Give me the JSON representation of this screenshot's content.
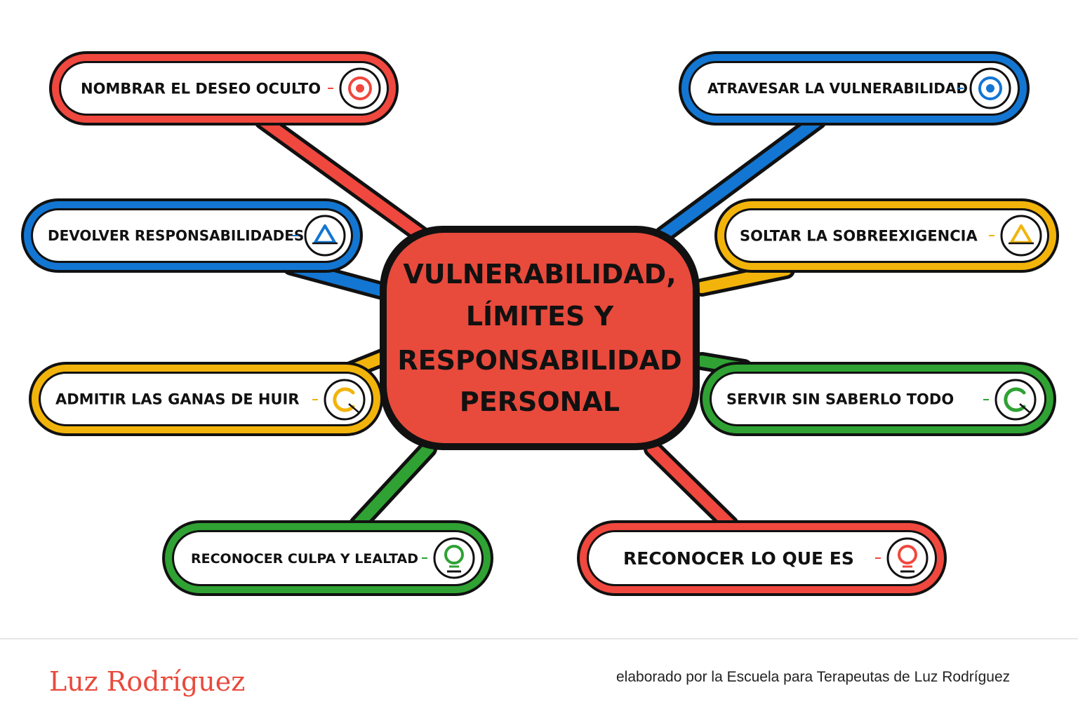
{
  "center": {
    "lines": [
      "VULNERABILIDAD,",
      "LÍMITES Y",
      "RESPONSABILIDAD",
      "PERSONAL"
    ],
    "color": "#e84a3c"
  },
  "colors": {
    "red": "#f0483e",
    "blue": "#1376d2",
    "yellow": "#f2b40b",
    "green": "#2fa233"
  },
  "nodes": [
    {
      "id": "nombrar",
      "label": "NOMBRAR EL DESEO OCULTO",
      "color": "red",
      "icon": "target-icon"
    },
    {
      "id": "atravesar",
      "label": "ATRAVESAR LA VULNERABILIDAD",
      "color": "blue",
      "icon": "target-icon"
    },
    {
      "id": "devolver",
      "label": "DEVOLVER RESPONSABILIDADES",
      "color": "blue",
      "icon": "triangle-icon"
    },
    {
      "id": "soltar",
      "label": "SOLTAR LA SOBREEXIGENCIA",
      "color": "yellow",
      "icon": "triangle-icon"
    },
    {
      "id": "admitir",
      "label": "ADMITIR LAS GANAS DE HUIR",
      "color": "yellow",
      "icon": "open-ring-icon"
    },
    {
      "id": "servir",
      "label": "SERVIR SIN SABERLO TODO",
      "color": "green",
      "icon": "open-ring-icon"
    },
    {
      "id": "culpa",
      "label": "RECONOCER CULPA Y LEALTAD",
      "color": "green",
      "icon": "lightbulb-icon"
    },
    {
      "id": "loquees",
      "label": "RECONOCER LO QUE ES",
      "color": "red",
      "icon": "lightbulb-icon"
    }
  ],
  "footer": {
    "author": "Luz Rodríguez",
    "credit": "elaborado por la Escuela para Terapeutas de Luz Rodríguez"
  }
}
